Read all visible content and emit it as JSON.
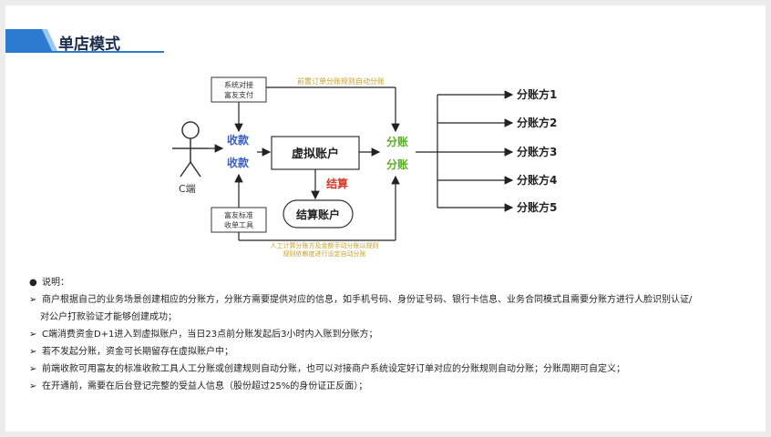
{
  "header": {
    "title": "单店模式"
  },
  "diagram": {
    "actor_label": "C端",
    "box_system": [
      "系统对接",
      "富友支付"
    ],
    "box_tool": [
      "富友标准",
      "收单工具"
    ],
    "collect_top": "收款",
    "collect_bottom": "收款",
    "virtual_account": "虚拟账户",
    "settle_label": "结算",
    "settle_account": "结算账户",
    "split_top": "分账",
    "split_bottom": "分账",
    "top_note": "前置订单分账规则自动分账",
    "bottom_note": [
      "人工计算分账方及金额手动分账以规则",
      "规则依赖度进行设定自动分账"
    ],
    "recipients": [
      "分账方1",
      "分账方2",
      "分账方3",
      "分账方4",
      "分账方5"
    ],
    "colors": {
      "blue_text": "#3a5dbd",
      "green_text": "#5aae2a",
      "red_text": "#d43a2a",
      "note_text": "#c9a227",
      "header_accent": "#2b7bd0"
    }
  },
  "notes": {
    "heading": "说明：",
    "items": [
      "商户根据自己的业务场景创建相应的分账方，分账方需要提供对应的信息，如手机号码、身份证号码、银行卡信息、业务合同模式且需要分账方进行人脸识别认证/",
      "对公户打款验证才能够创建成功；",
      "C端消费资金D+1进入到虚拟账户，当日23点前分账发起后3小时内入账到分账方；",
      "若不发起分账，资金可长期留存在虚拟账户中；",
      "前端收款可用富友的标准收款工具人工分账或创建规则自动分账，也可以对接商户系统设定好订单对应的分账规则自动分账；分账周期可自定义；",
      "在开通前，需要在后台登记完整的受益人信息（股份超过25%的身份证正反面）；"
    ]
  }
}
